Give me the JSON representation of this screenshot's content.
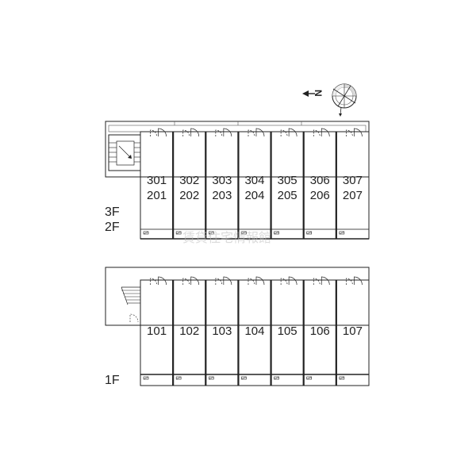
{
  "compass": {
    "letter": "N"
  },
  "upper_block": {
    "floor_labels": [
      "3F",
      "2F"
    ],
    "units": [
      {
        "top": "301",
        "bottom": "201"
      },
      {
        "top": "302",
        "bottom": "202"
      },
      {
        "top": "303",
        "bottom": "203"
      },
      {
        "top": "304",
        "bottom": "204"
      },
      {
        "top": "305",
        "bottom": "205"
      },
      {
        "top": "306",
        "bottom": "206"
      },
      {
        "top": "307",
        "bottom": "207"
      }
    ]
  },
  "lower_block": {
    "floor_labels": [
      "1F"
    ],
    "units": [
      "101",
      "102",
      "103",
      "104",
      "105",
      "106",
      "107"
    ]
  },
  "watermark": {
    "text": "賃貸住宅情報館"
  },
  "colors": {
    "line": "#222222",
    "watermark": "#bcbcbc"
  }
}
